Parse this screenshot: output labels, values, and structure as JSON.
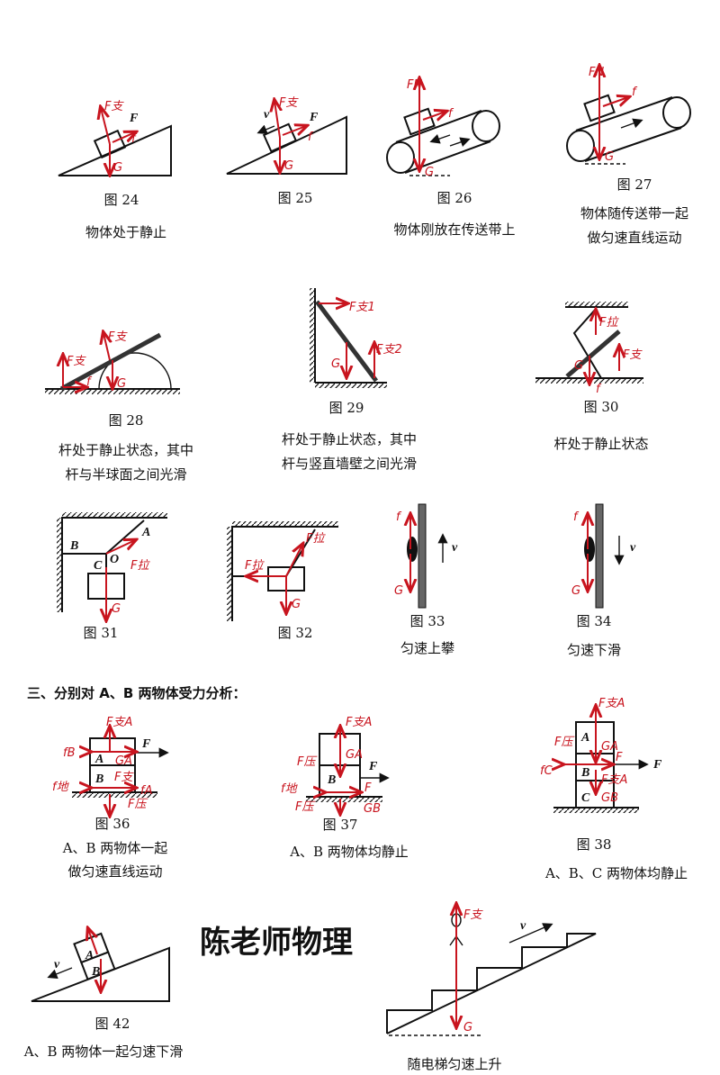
{
  "section_header": "三、分别对 A、B 两物体受力分析：",
  "watermark": "陈老师物理",
  "figures": {
    "f24": {
      "label": "图 24",
      "caption": [
        "物体处于静止"
      ],
      "forces": [
        "F支",
        "F",
        "f",
        "G"
      ]
    },
    "f25": {
      "label": "图 25",
      "caption": [],
      "forces": [
        "v",
        "F支",
        "F",
        "f",
        "G"
      ]
    },
    "f26": {
      "label": "图 26",
      "caption": [
        "物体刚放在传送带上"
      ],
      "forces": [
        "FN",
        "f",
        "G"
      ]
    },
    "f27": {
      "label": "图 27",
      "caption": [
        "物体随传送带一起",
        "做匀速直线运动"
      ],
      "forces": [
        "FN",
        "f",
        "G"
      ]
    },
    "f28": {
      "label": "图 28",
      "caption": [
        "杆处于静止状态，其中",
        "杆与半球面之间光滑"
      ],
      "forces": [
        "F支",
        "F支",
        "f",
        "G"
      ]
    },
    "f29": {
      "label": "图 29",
      "caption": [
        "杆处于静止状态，其中",
        "杆与竖直墙壁之间光滑"
      ],
      "forces": [
        "F支1",
        "F支2",
        "G"
      ]
    },
    "f30": {
      "label": "图 30",
      "caption": [
        "杆处于静止状态"
      ],
      "forces": [
        "F拉",
        "F支",
        "G",
        "f"
      ]
    },
    "f31": {
      "label": "图 31",
      "caption": [],
      "letters": [
        "A",
        "B",
        "C",
        "O"
      ],
      "forces": [
        "F拉",
        "G"
      ]
    },
    "f32": {
      "label": "图 32",
      "caption": [],
      "forces": [
        "F拉",
        "F拉",
        "G"
      ]
    },
    "f33": {
      "label": "图 33",
      "caption": [
        "匀速上攀"
      ],
      "forces": [
        "f",
        "G",
        "v"
      ]
    },
    "f34": {
      "label": "图 34",
      "caption": [
        "匀速下滑"
      ],
      "forces": [
        "f",
        "G",
        "v"
      ]
    },
    "f36": {
      "label": "图 36",
      "caption": [
        "A、B 两物体一起",
        "做匀速直线运动"
      ],
      "letters": [
        "A",
        "B",
        "F"
      ],
      "forces": [
        "F支A",
        "fB",
        "GA",
        "F支",
        "f地",
        "fA",
        "F",
        "F压"
      ]
    },
    "f37": {
      "label": "图 37",
      "caption": [
        "A、B 两物体均静止"
      ],
      "letters": [
        "B",
        "F"
      ],
      "forces": [
        "F支A",
        "GA",
        "F压",
        "f地",
        "F",
        "F压",
        "GB"
      ]
    },
    "f38": {
      "label": "图 38",
      "caption": [
        "A、B、C 两物体均静止"
      ],
      "letters": [
        "A",
        "B",
        "C",
        "F"
      ],
      "forces": [
        "F支A",
        "F压",
        "GA",
        "fC",
        "F",
        "F支A",
        "GB"
      ]
    },
    "f42": {
      "label": "图 42",
      "caption": [
        "A、B 两物体一起匀速下滑"
      ],
      "letters": [
        "A",
        "B",
        "v"
      ]
    },
    "escalator": {
      "label": "",
      "caption": [
        "随电梯匀速上升"
      ],
      "forces": [
        "F支",
        "G",
        "v"
      ]
    }
  }
}
